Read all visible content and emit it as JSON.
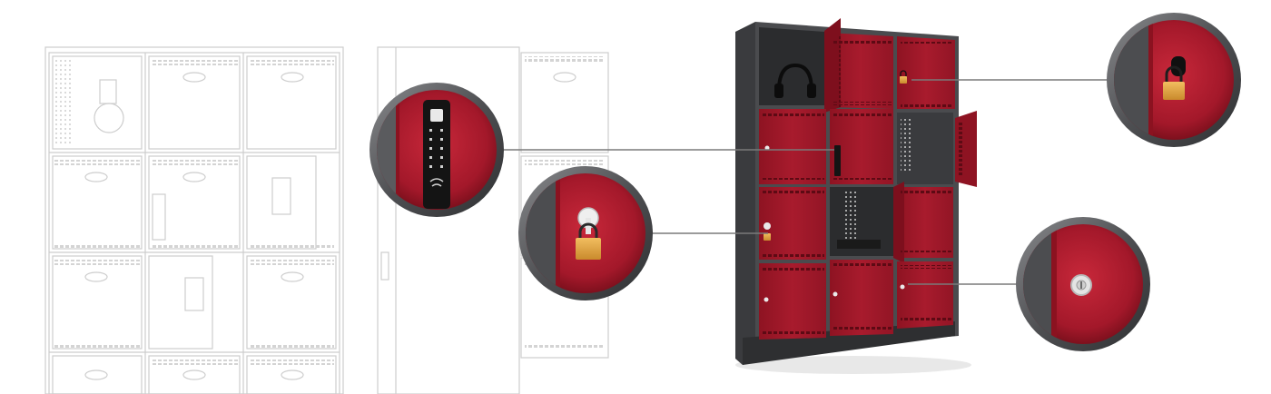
{
  "image": {
    "description_colors": {
      "background": "#ffffff",
      "sketch_line": "#c9c9c9",
      "cabinet_body": "#4a4b4e",
      "door_red": "#a3182a",
      "door_red_dark": "#7d0f1d",
      "door_red_light": "#c22a3a",
      "padlock_gold": "#e3a445",
      "callout_ring": "#5b5c5f",
      "callout_line": "#7a7a7a",
      "keypad_black": "#141414"
    },
    "callouts": [
      {
        "id": "keypad-lock",
        "icon": "keypad-icon"
      },
      {
        "id": "padlock-hasp-left",
        "icon": "padlock-icon"
      },
      {
        "id": "padlock-top-right",
        "icon": "padlock-icon"
      },
      {
        "id": "cylinder-key-lock",
        "icon": "key-cylinder-icon"
      }
    ]
  }
}
